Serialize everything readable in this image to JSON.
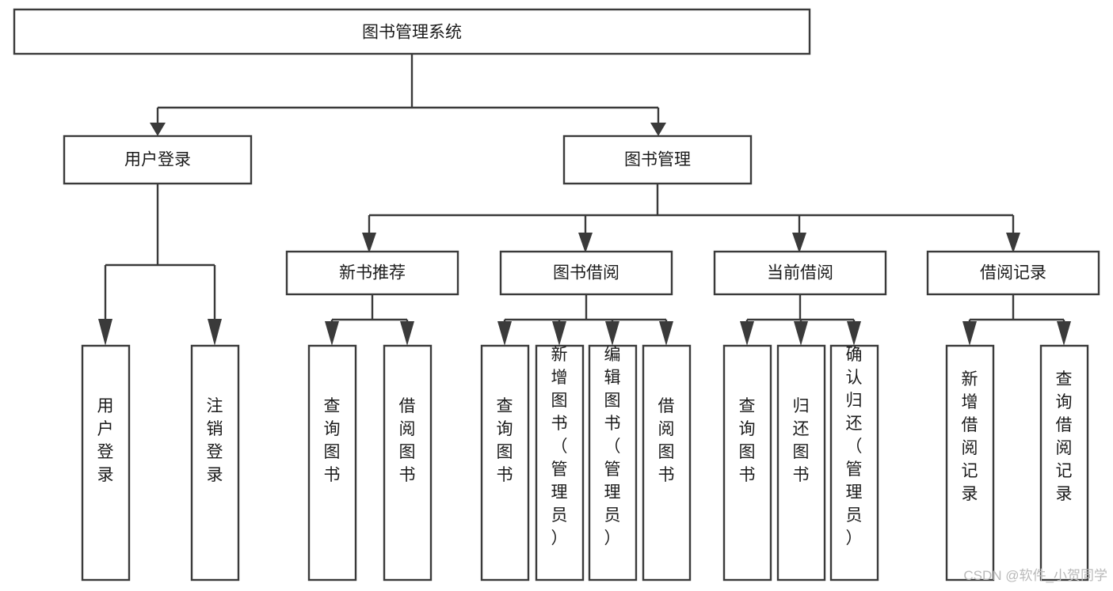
{
  "diagram": {
    "type": "tree-hierarchy",
    "title": "图书管理系统",
    "orientation": "top-down",
    "colors": {
      "box_stroke": "#3a3a3a",
      "box_fill": "#ffffff",
      "connector": "#3a3a3a",
      "text": "#1b1b1b",
      "background": "#ffffff",
      "watermark": "#b9b9b9"
    },
    "root": {
      "label": "图书管理系统"
    },
    "level2": [
      {
        "label": "用户登录"
      },
      {
        "label": "图书管理"
      }
    ],
    "level3": [
      {
        "label": "新书推荐"
      },
      {
        "label": "图书借阅"
      },
      {
        "label": "当前借阅"
      },
      {
        "label": "借阅记录"
      }
    ],
    "leaves": {
      "user_login": [
        {
          "lines": [
            "用",
            "户",
            "登",
            "录"
          ]
        },
        {
          "lines": [
            "注",
            "销",
            "登",
            "录"
          ]
        }
      ],
      "new_book_recommend": [
        {
          "lines": [
            "查",
            "询",
            "图",
            "书"
          ]
        },
        {
          "lines": [
            "借",
            "阅",
            "图",
            "书"
          ]
        }
      ],
      "book_borrow": [
        {
          "lines": [
            "查",
            "询",
            "图",
            "书"
          ]
        },
        {
          "lines": [
            "新",
            "增",
            "图",
            "书",
            "（",
            "管",
            "理",
            "员",
            "）"
          ]
        },
        {
          "lines": [
            "编",
            "辑",
            "图",
            "书",
            "（",
            "管",
            "理",
            "员",
            "）"
          ]
        },
        {
          "lines": [
            "借",
            "阅",
            "图",
            "书"
          ]
        }
      ],
      "current_borrow": [
        {
          "lines": [
            "查",
            "询",
            "图",
            "书"
          ]
        },
        {
          "lines": [
            "归",
            "还",
            "图",
            "书"
          ]
        },
        {
          "lines": [
            "确",
            "认",
            "归",
            "还",
            "（",
            "管",
            "理",
            "员",
            "）"
          ]
        }
      ],
      "borrow_record": [
        {
          "lines": [
            "新",
            "增",
            "借",
            "阅",
            "记",
            "录"
          ]
        },
        {
          "lines": [
            "查",
            "询",
            "借",
            "阅",
            "记",
            "录"
          ]
        }
      ]
    }
  },
  "watermark": {
    "text": "CSDN @软件_小贺同学"
  }
}
